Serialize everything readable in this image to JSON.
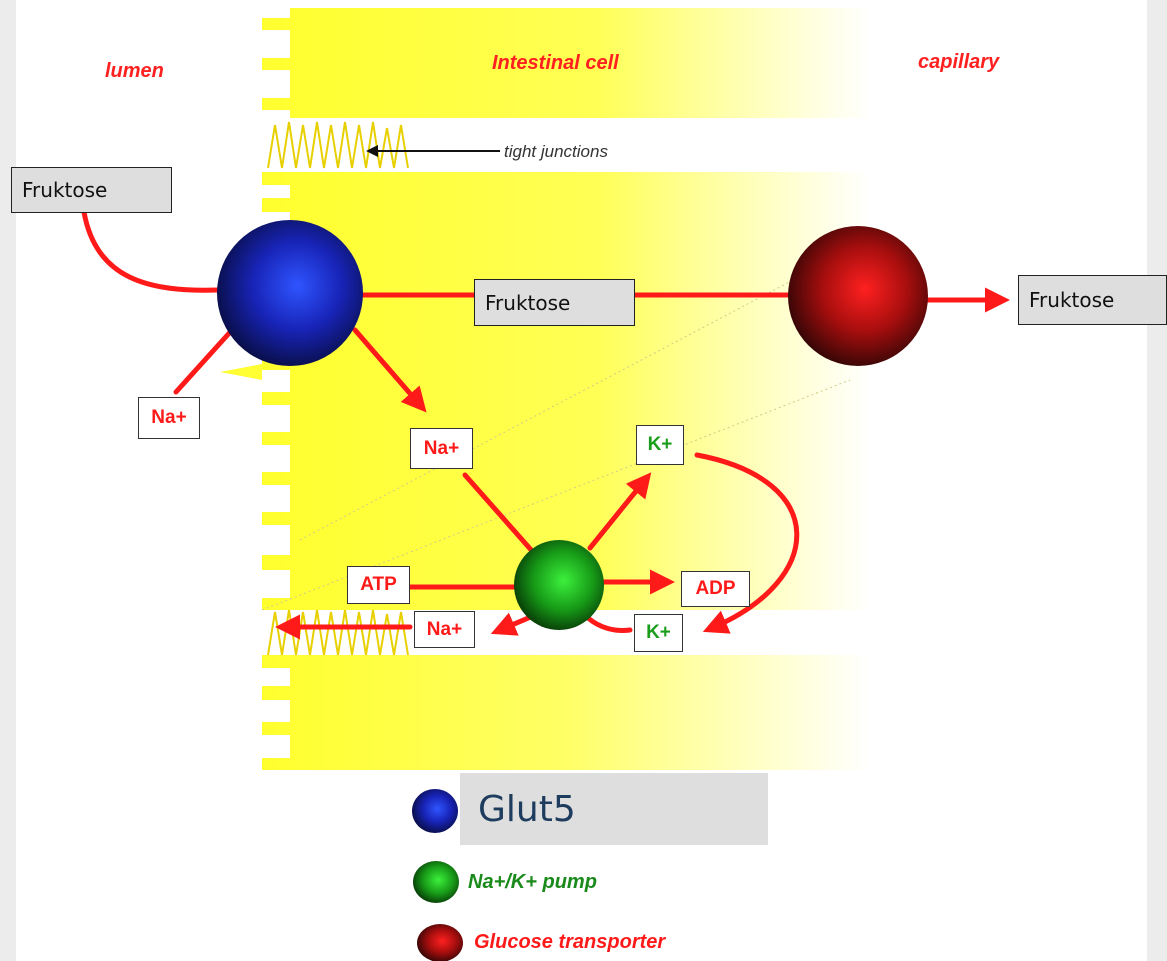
{
  "regions": {
    "lumen": "lumen",
    "cell": "Intestinal cell",
    "capillary": "capillary"
  },
  "tight_junctions_label": "tight junctions",
  "boxes": {
    "fruktose_lumen": "Fruktose",
    "fruktose_cell": "Fruktose",
    "fruktose_capillary": "Fruktose"
  },
  "ions": {
    "na_lumen": "Na+",
    "na_cell": "Na+",
    "k_cell": "K+",
    "atp": "ATP",
    "adp": "ADP",
    "na_out": "Na+",
    "k_in": "K+"
  },
  "legend": {
    "glut5": "Glut5",
    "pump": "Na+/K+  pump",
    "glucose_transporter": "Glucose transporter"
  },
  "colors": {
    "cell_yellow": "#ffff33",
    "arrow_red": "#ff1a1a",
    "glut5_blue": "#1a2ad6",
    "pump_green": "#1fb31f",
    "transporter_red": "#e01010",
    "sodium_text": "#ff1a1a",
    "potassium_text": "#1a9e1a"
  },
  "icons": {
    "glut5": "blue-sphere",
    "pump": "green-sphere",
    "transporter": "dark-red-sphere"
  }
}
